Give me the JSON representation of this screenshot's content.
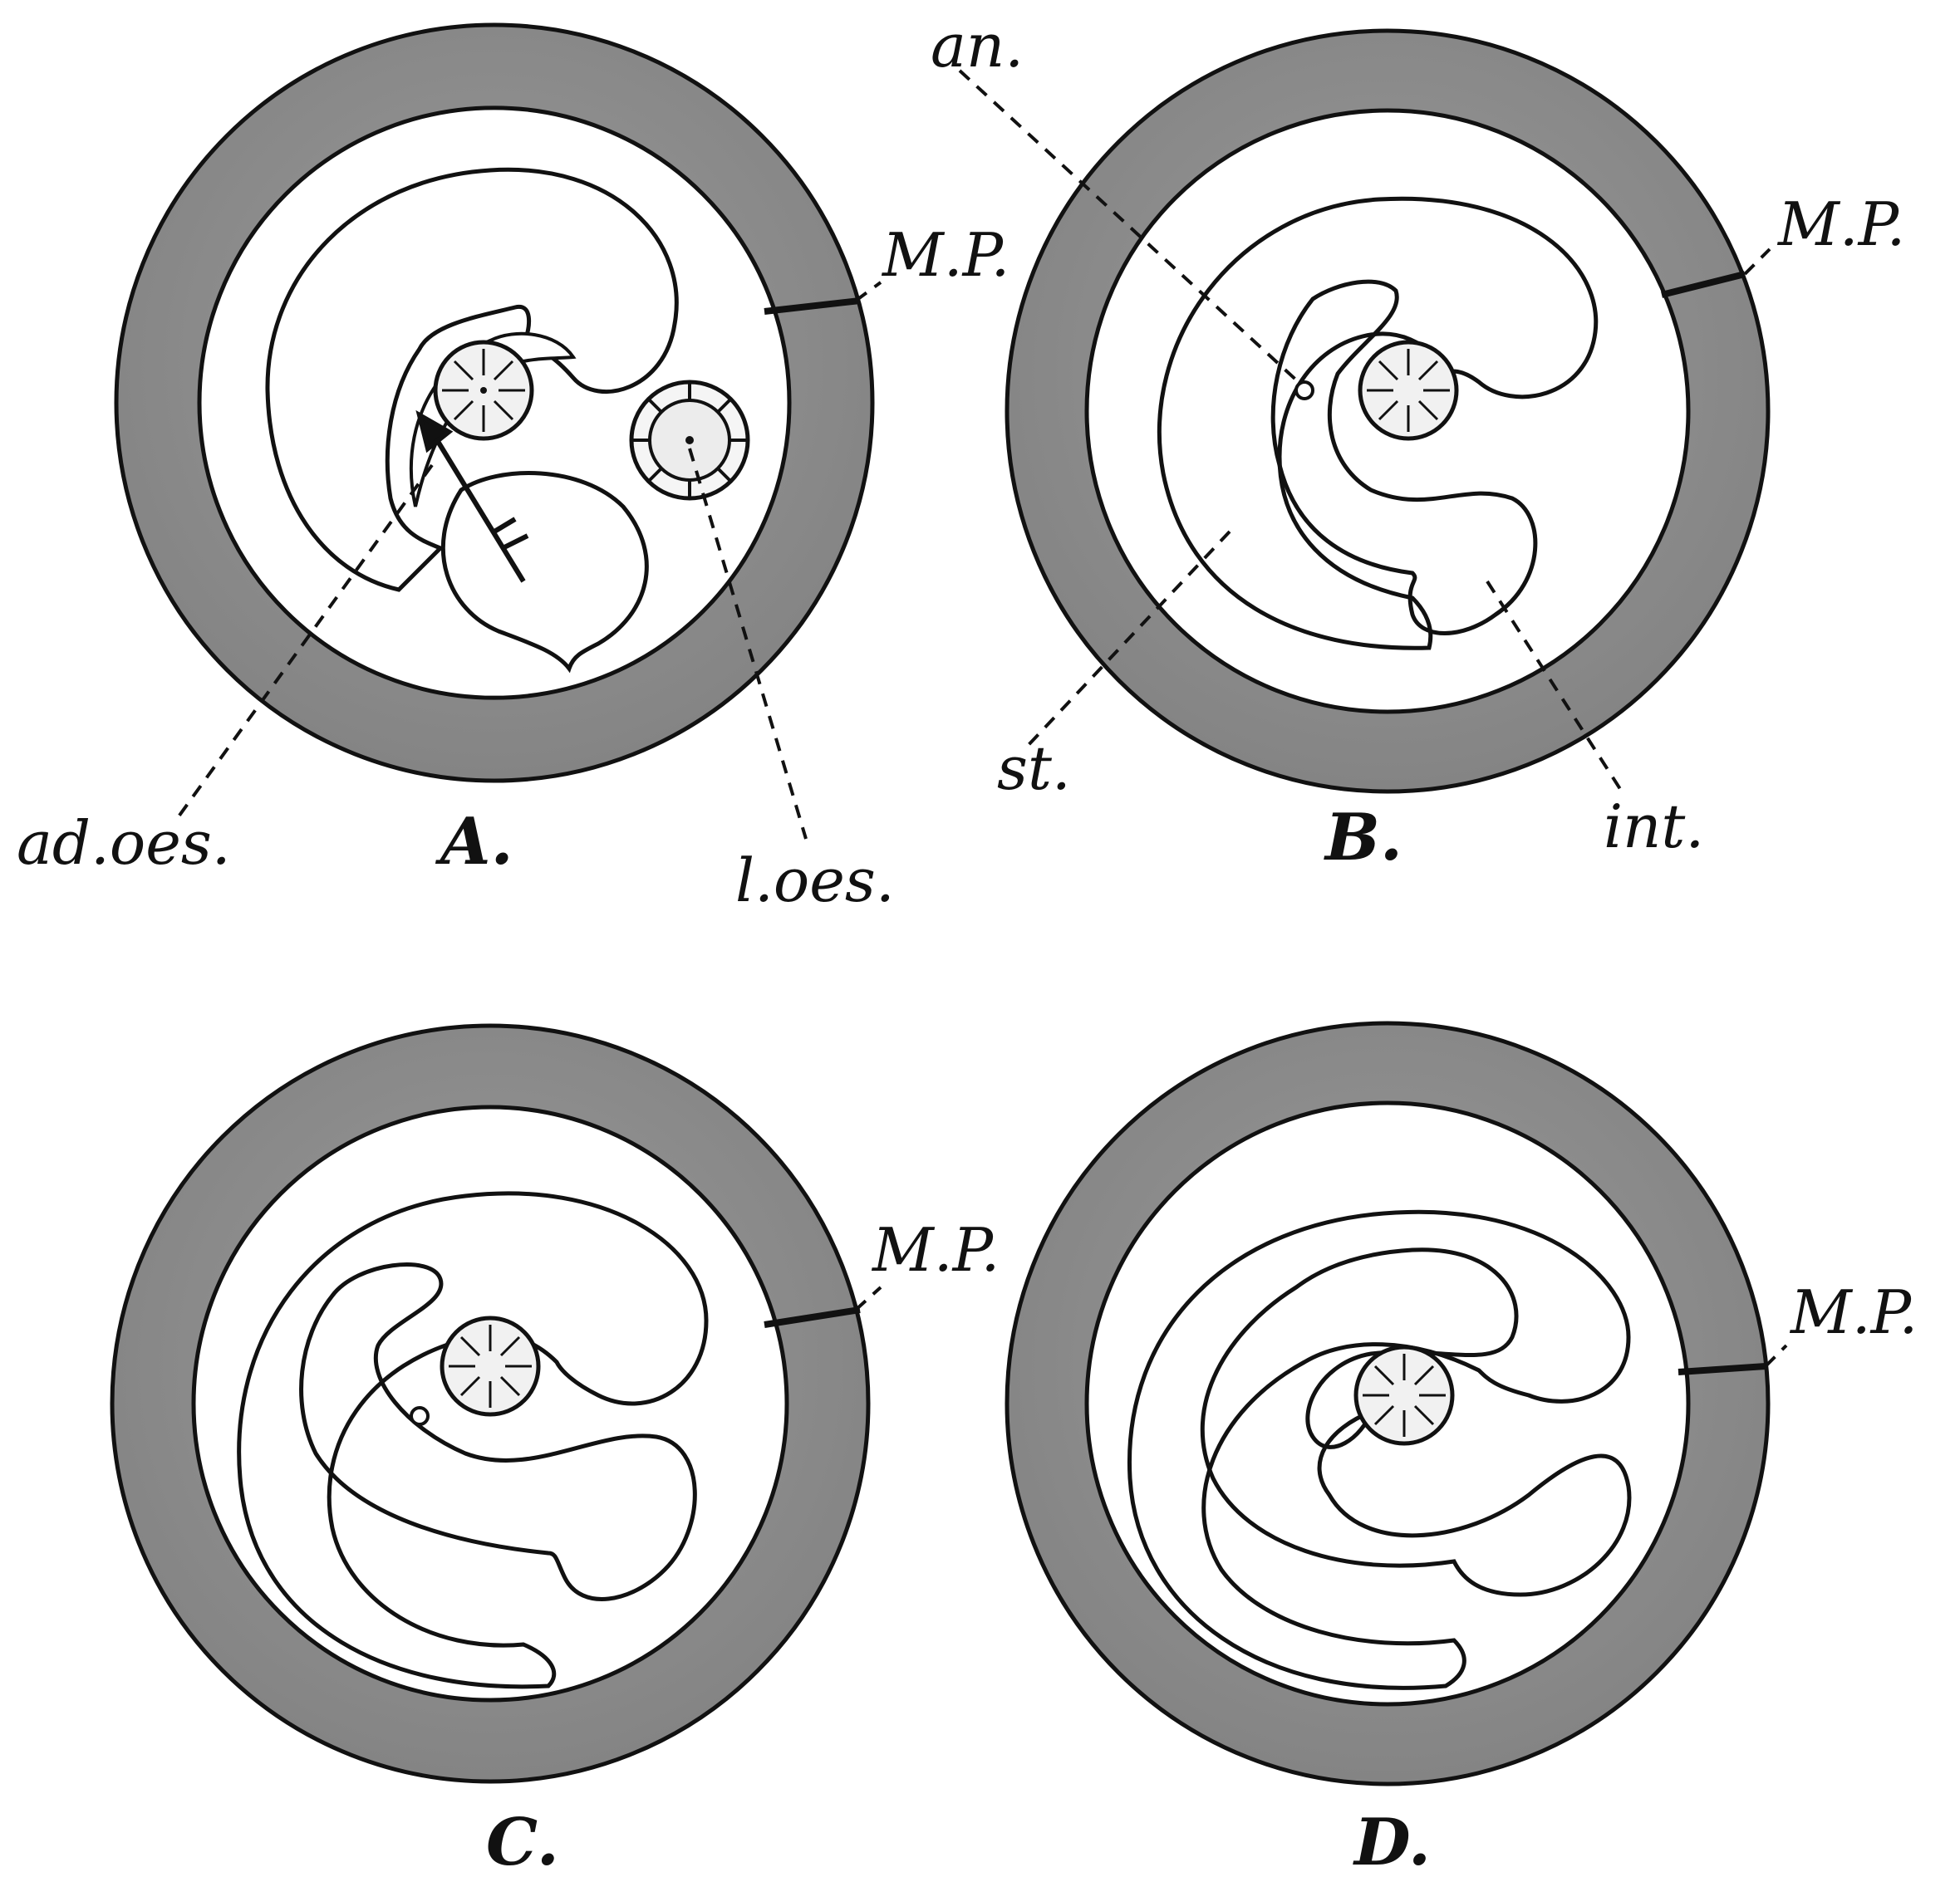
{
  "colors": {
    "wall": "#8f8f8f",
    "ink": "#111111",
    "paper": "#ffffff",
    "stomach_fill": "#f1f1f1",
    "intestine_fill": "#f4f4f4"
  },
  "panels": [
    {
      "id": "A",
      "label": "A.",
      "annotations": [
        {
          "key": "mp",
          "text": "M.P."
        },
        {
          "key": "ad_oes",
          "text": "ad.oes."
        },
        {
          "key": "l_oes",
          "text": "l.oes."
        }
      ]
    },
    {
      "id": "B",
      "label": "B.",
      "annotations": [
        {
          "key": "an",
          "text": "an."
        },
        {
          "key": "mp",
          "text": "M.P."
        },
        {
          "key": "st",
          "text": "st."
        },
        {
          "key": "int",
          "text": "int."
        }
      ]
    },
    {
      "id": "C",
      "label": "C.",
      "annotations": [
        {
          "key": "mp",
          "text": "M.P."
        }
      ]
    },
    {
      "id": "D",
      "label": "D.",
      "annotations": [
        {
          "key": "mp",
          "text": "M.P."
        }
      ]
    }
  ]
}
